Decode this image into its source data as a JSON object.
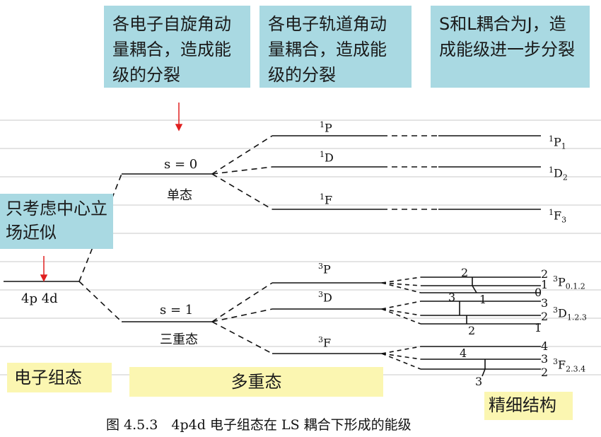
{
  "annotations": {
    "spin_coupling": "各电子自旋角动量耦合，造成能级的分裂",
    "orbital_coupling": "各电子轨道角动量耦合，造成能级的分裂",
    "sl_coupling": "S和L耦合为J，造成能级进一步分裂",
    "central_field": "只考虑中心立场近似"
  },
  "stage_labels": {
    "electron_config": "电子组态",
    "multiplet": "多重态",
    "fine_structure": "精细结构"
  },
  "config_label": "4p 4d",
  "singlet": {
    "s_label": "s = 0",
    "name": "单态"
  },
  "triplet": {
    "s_label": "s = 1",
    "name": "三重态"
  },
  "singlet_terms": [
    {
      "term": "1P",
      "level": "1P1"
    },
    {
      "term": "1D",
      "level": "1D2"
    },
    {
      "term": "1F",
      "level": "1F3"
    }
  ],
  "triplet_terms": [
    {
      "term": "3P",
      "level": "3P0.1.2",
      "j_values": [
        "2",
        "1",
        "0"
      ]
    },
    {
      "term": "3D",
      "level": "3D1.2.3",
      "j_values": [
        "3",
        "2",
        "1"
      ]
    },
    {
      "term": "3F",
      "level": "3F2.3.4",
      "j_values": [
        "4",
        "3",
        "2"
      ]
    }
  ],
  "caption": "图 4.5.3　4p4d 电子组态在 LS 耦合下形成的能级",
  "colors": {
    "cyan_box": "#a9d9e2",
    "yellow_box": "#fbf6b1",
    "arrow": "#e02020"
  }
}
